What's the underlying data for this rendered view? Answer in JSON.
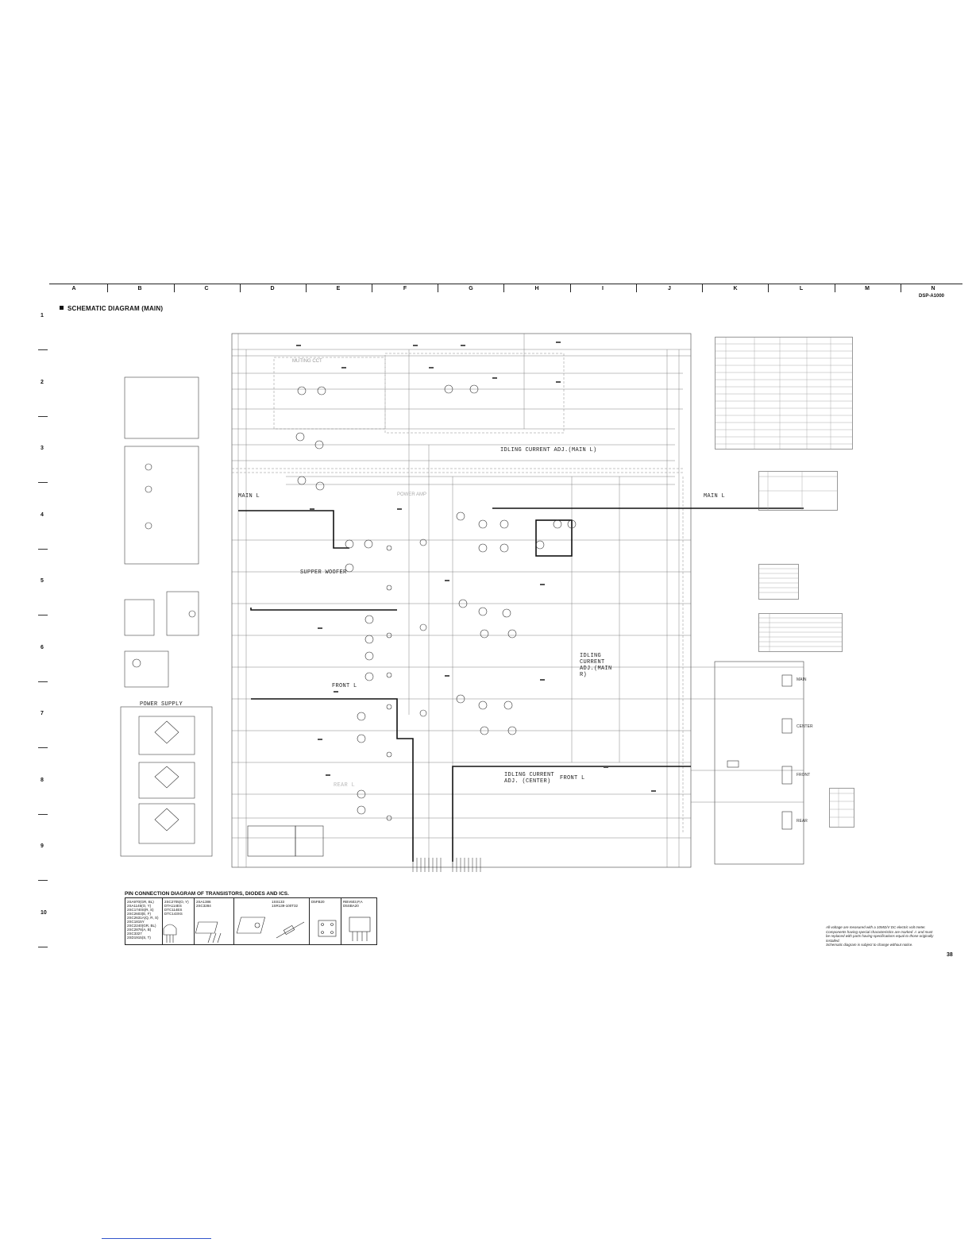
{
  "header": {
    "title": "SCHEMATIC DIAGRAM (MAIN)",
    "model": "DSP-A1000",
    "page_number": "38"
  },
  "ruler": {
    "columns": [
      "A",
      "B",
      "C",
      "D",
      "E",
      "F",
      "G",
      "H",
      "I",
      "J",
      "K",
      "L",
      "M",
      "N"
    ],
    "rows": [
      "1",
      "2",
      "3",
      "4",
      "5",
      "6",
      "7",
      "8",
      "9",
      "10"
    ]
  },
  "labels": {
    "idling_main_l": "IDLING CURRENT ADJ.(MAIN L)",
    "idling_main_r": "IDLING CURRENT ADJ.(MAIN R)",
    "idling_center": "IDLING CURRENT ADJ. (CENTER)",
    "main_l": "MAIN L",
    "main_l_right": "MAIN L",
    "supper_woofer": "SUPPER WOOFER",
    "front_l": "FRONT L",
    "front_l_right": "FRONT L",
    "rear_l": "REAR L",
    "power_supply": "POWER SUPPLY",
    "mute_cct": "MUTING CCT",
    "power_amp": "POWER AMP",
    "center": "CENTER",
    "front": "FRONT",
    "rear": "REAR",
    "main": "MAIN"
  },
  "pin_diagram": {
    "title": "PIN CONNECTION DIAGRAM OF TRANSISTORS, DIODES AND ICS.",
    "col1": "2SA970(GR, BL)\n2SA1145(O, Y)\n2SC1740S(R, S)\n2SC2603(E, F)\n2SC2631A(Q, R, S)\n2SC1815Y\n2SC2240(GR, BL)\n2SC2878(A, B)\n2SC3327\n2SD1915(S, T)",
    "col2": "2SC2705(O, Y)\nDTA114ES\nDTC114ES\nDTC143XS",
    "col3": "2SA1386\n2SC3284",
    "col4": "1SS133\n1SR139-100T32",
    "col5": "D5FB20",
    "col6": "RBV603,P,A\nD5SBA20"
  },
  "notes": [
    "All voltage are measured with a 10MΩ/V DC electric volt meter.",
    "Components having special characteristics are marked ⚠ and must be replaced with parts having specifications equal to those originally installed.",
    "Schematic diagram is subject to change without notice."
  ]
}
